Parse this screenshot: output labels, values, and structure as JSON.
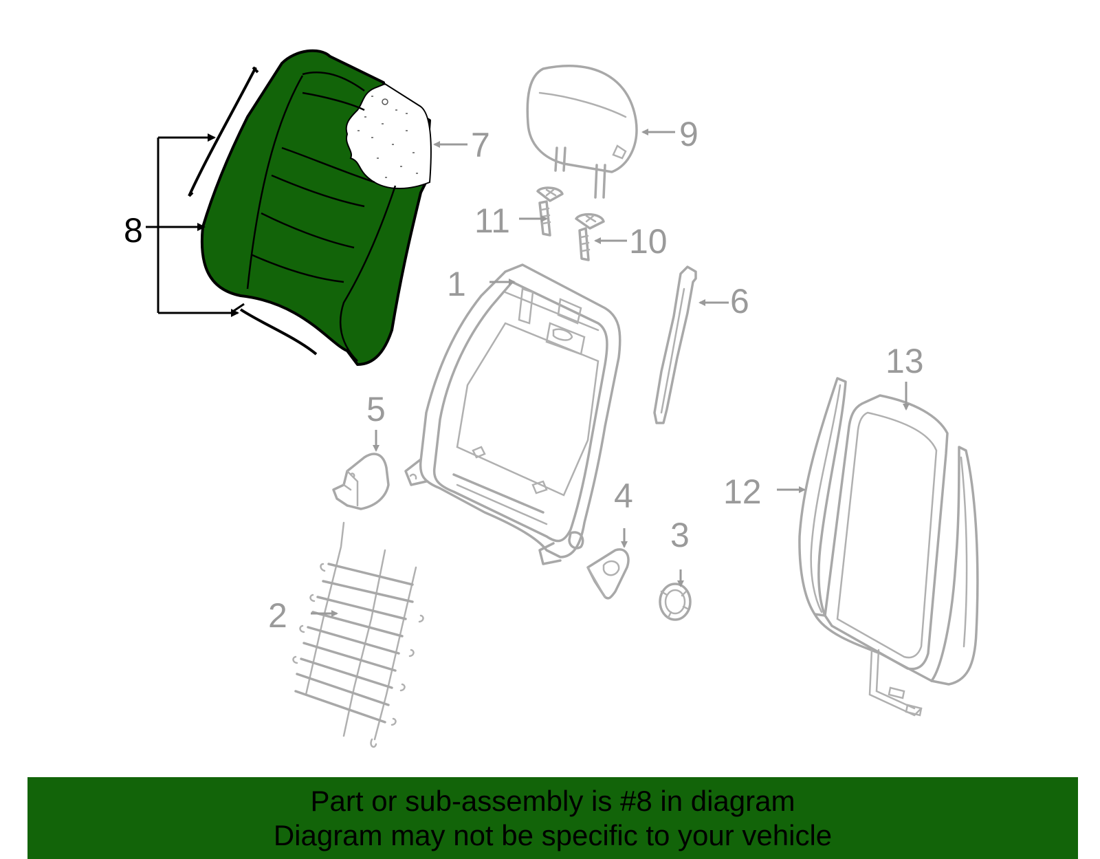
{
  "callouts": [
    "1",
    "2",
    "3",
    "4",
    "5",
    "6",
    "7",
    "8",
    "9",
    "10",
    "11",
    "12",
    "13"
  ],
  "highlighted_callout": "8",
  "colors": {
    "highlight": "#126409",
    "part_line": "#a8a8a8",
    "callout_text": "#9a9a9a",
    "banner_bg": "#126409",
    "banner_text": "#000000"
  },
  "banner": {
    "line1": "Part or sub-assembly is #8 in diagram",
    "line2": "Diagram may not be specific to your vehicle"
  }
}
